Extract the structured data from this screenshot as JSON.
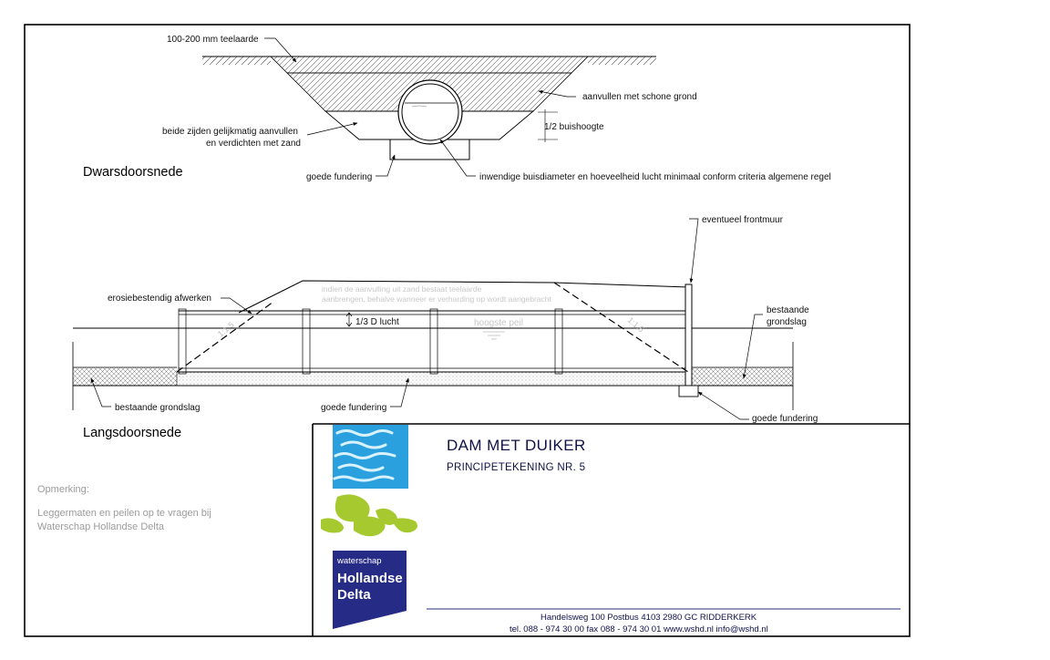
{
  "cross_section": {
    "title": "Dwarsdoorsnede",
    "labels": {
      "topsoil": "100-200 mm teelaarde",
      "backfill": "aanvullen met schone grond",
      "compact_line1": "beide zijden gelijkmatig aanvullen",
      "compact_line2": "en verdichten met zand",
      "half_height": "1/2 buishoogte",
      "foundation": "goede fundering",
      "diameter": "inwendige buisdiameter en hoeveelheid lucht minimaal conform criteria algemene regel"
    }
  },
  "long_section": {
    "title": "Langsdoorsnede",
    "labels": {
      "front_wall": "eventueel frontmuur",
      "erosion": "erosiebestendig afwerken",
      "note_line1": "indien de aanvulling uit zand bestaat  teelaarde",
      "note_line2": "aanbrengen, behalve wanneer er verharding op wordt aangebracht",
      "air": "1/3 D lucht",
      "highest_level": "hoogste peil",
      "slope_left": "1:1,5",
      "slope_right": "1:1,5",
      "existing_right_line1": "bestaande",
      "existing_right_line2": "grondslag",
      "existing_left": "bestaande grondslag",
      "foundation_mid": "goede fundering",
      "foundation_right": "goede fundering"
    }
  },
  "remark": {
    "heading": "Opmerking:",
    "line1": "Leggermaten  en peilen op te vragen bij",
    "line2": "Waterschap Hollandse Delta"
  },
  "title_block": {
    "title": "DAM MET DUIKER",
    "subtitle": "PRINCIPETEKENING NR. 5",
    "address_line1": "Handelsweg 100  Postbus 4103  2980 GC  RIDDERKERK",
    "address_line2": "tel. 088 - 974 30 00  fax 088 - 974 30 01  www.wshd.nl  info@wshd.nl"
  },
  "logo": {
    "line1": "waterschap",
    "line2": "Hollandse",
    "line3": "Delta",
    "colors": {
      "water": "#2aa0de",
      "land": "#a6c92f",
      "banner": "#262b86"
    }
  }
}
